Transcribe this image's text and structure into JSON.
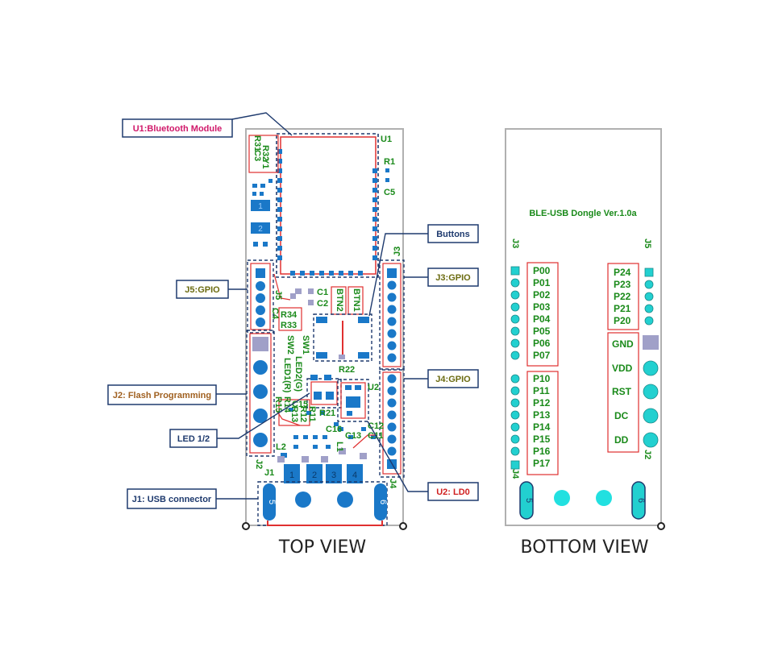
{
  "top_view": {
    "title": "TOP VIEW",
    "callouts": {
      "u1": "U1:Bluetooth Module",
      "buttons": "Buttons",
      "j5": "J5:GPIO",
      "j3": "J3:GPIO",
      "j4": "J4:GPIO",
      "j2": "J2: Flash Programming",
      "led": "LED 1/2",
      "j1": "J1: USB connector",
      "u2": "U2: LD0"
    },
    "silkscreen": {
      "U1": "U1",
      "R1": "R1",
      "C5": "C5",
      "J3": "J3",
      "R31": "R31",
      "R32": "R32",
      "C3": "C3",
      "Y1": "Y1",
      "C1": "C1",
      "C2": "C2",
      "BTN2": "BTN2",
      "BTN1": "BTN1",
      "J5": "J5",
      "C4": "C4",
      "R34": "R34",
      "R33": "R33",
      "SW1": "SW1",
      "SW2": "SW2",
      "LED2G": "LED2(G)",
      "LED1R": "LED1(R)",
      "R22": "R22",
      "U2": "U2",
      "R15": "R15",
      "R14": "R14",
      "C15": "C15",
      "R13": "R13",
      "R12": "R12",
      "R11": "R11",
      "R21": "R21",
      "C16": "C16",
      "C13": "C13",
      "C12": "C12",
      "C11": "C11",
      "L2": "L2",
      "L1": "L1",
      "J2": "J2",
      "J1": "J1",
      "J4": "J4",
      "pad1": "1",
      "pad2": "2",
      "usb1": "1",
      "usb2": "2",
      "usb3": "3",
      "usb4": "4",
      "usb5": "5",
      "usb6": "6"
    }
  },
  "bottom_view": {
    "title": "BOTTOM VIEW",
    "board_label": "BLE-USB Dongle Ver.1.0a",
    "j3_label": "J3",
    "j5_label": "J5",
    "j4_label": "J4",
    "j2_label": "J2",
    "port0_pins": [
      "P00",
      "P01",
      "P02",
      "P03",
      "P04",
      "P05",
      "P06",
      "P07"
    ],
    "port1_pins": [
      "P10",
      "P11",
      "P12",
      "P13",
      "P14",
      "P15",
      "P16",
      "P17"
    ],
    "port2_pins": [
      "P24",
      "P23",
      "P22",
      "P21",
      "P20"
    ],
    "debug_pins": [
      "GND",
      "VDD",
      "RST",
      "DC",
      "DD"
    ],
    "usb_left": "5",
    "usb_right": "6"
  },
  "colors": {
    "pcb_outline": "#b0b0b0",
    "pad_blue": "#1a78c8",
    "silk_green": "#1a8a1a",
    "highlight_red": "#e03030",
    "dash_navy": "#1e3a6e",
    "callout_magenta": "#d0186a",
    "callout_navy": "#1e3a6e",
    "callout_olive": "#6b6b10",
    "callout_brown": "#a06020",
    "callout_red": "#d02020",
    "pad_cyan": "#22d0d0",
    "pad_grey": "#a0a0c8"
  }
}
